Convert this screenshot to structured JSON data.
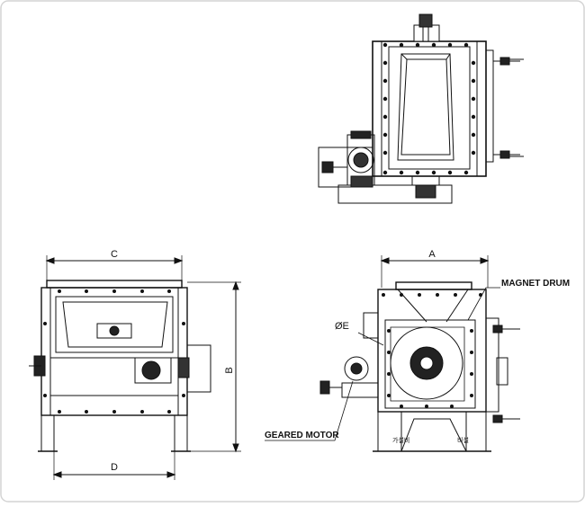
{
  "labels": {
    "dim_a": "A",
    "dim_b": "B",
    "dim_c": "C",
    "dim_d": "D",
    "dim_e": "ØE",
    "magnet_drum": "MAGNET DRUM",
    "geared_motor": "GEARED MOTOR",
    "small_left": "가설비",
    "small_right": "비설"
  },
  "colors": {
    "line": "#111111",
    "background": "#ffffff",
    "border": "#d4d4d4"
  }
}
